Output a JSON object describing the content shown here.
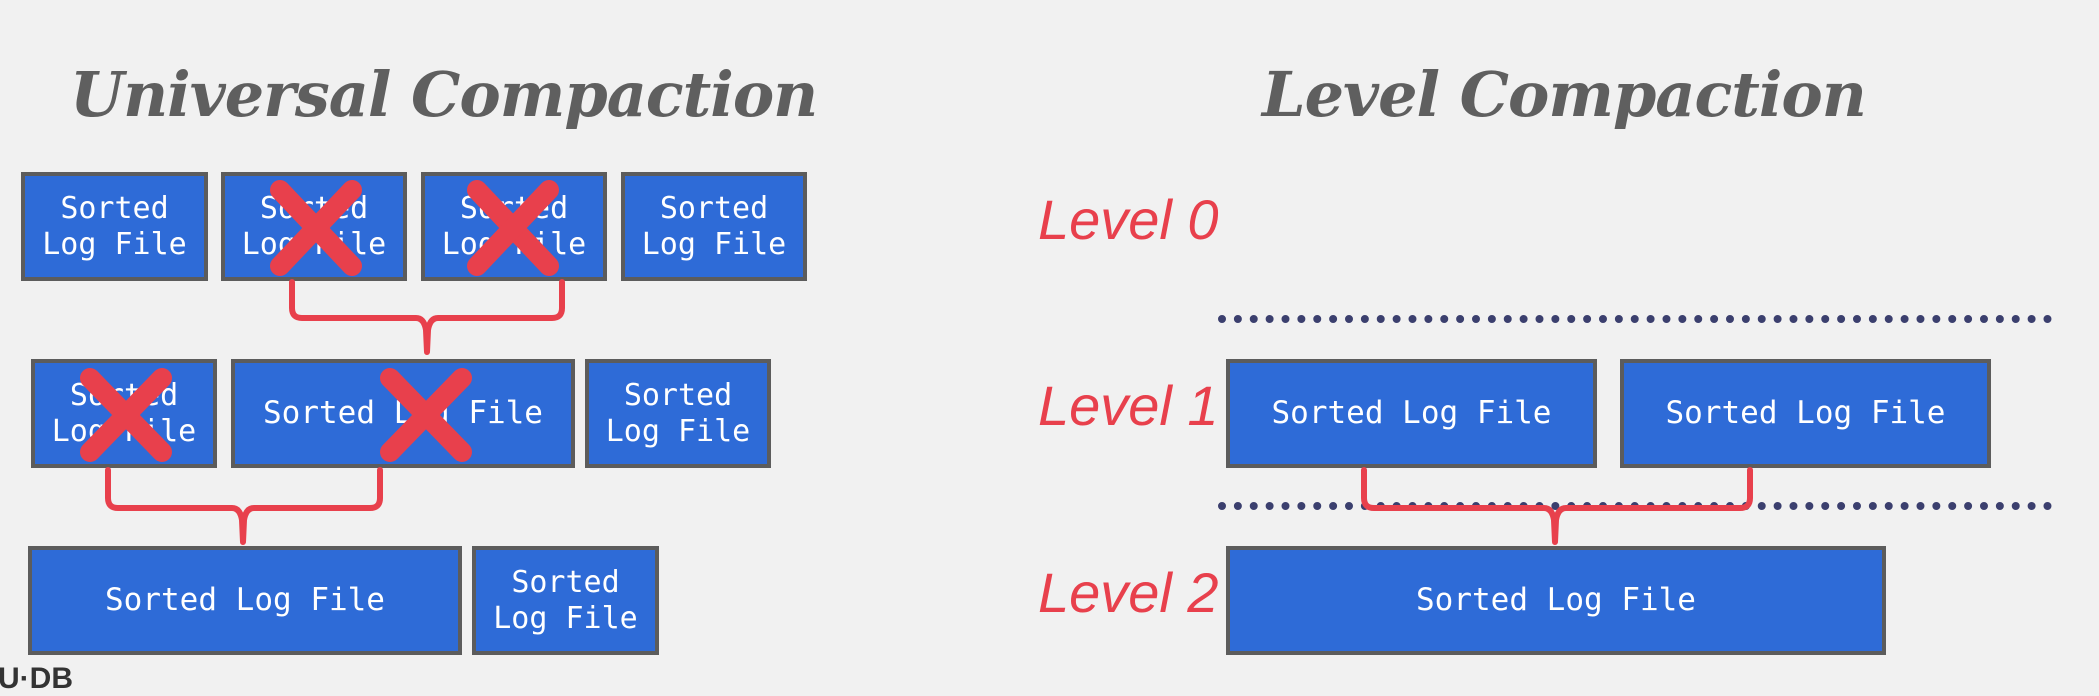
{
  "left": {
    "title": "Universal Compaction",
    "row1": [
      "Sorted\nLog File",
      "Sorted\nLog File",
      "Sorted\nLog File",
      "Sorted\nLog File"
    ],
    "row2": [
      "Sorted\nLog File",
      "Sorted Log File",
      "Sorted\nLog File"
    ],
    "row3": [
      "Sorted Log File",
      "Sorted\nLog File"
    ]
  },
  "right": {
    "title": "Level Compaction",
    "levels": [
      "Level 0",
      "Level 1",
      "Level 2"
    ],
    "level1_files": [
      "Sorted Log File",
      "Sorted Log File"
    ],
    "level2_files": [
      "Sorted Log File"
    ]
  },
  "footer_logo": "U·DB",
  "colors": {
    "file_fill": "#2e6bd7",
    "file_border": "#5c5c5c",
    "accent_red": "#e8404c",
    "title_gray": "#5f5f5f",
    "divider": "#3b3f6e"
  }
}
